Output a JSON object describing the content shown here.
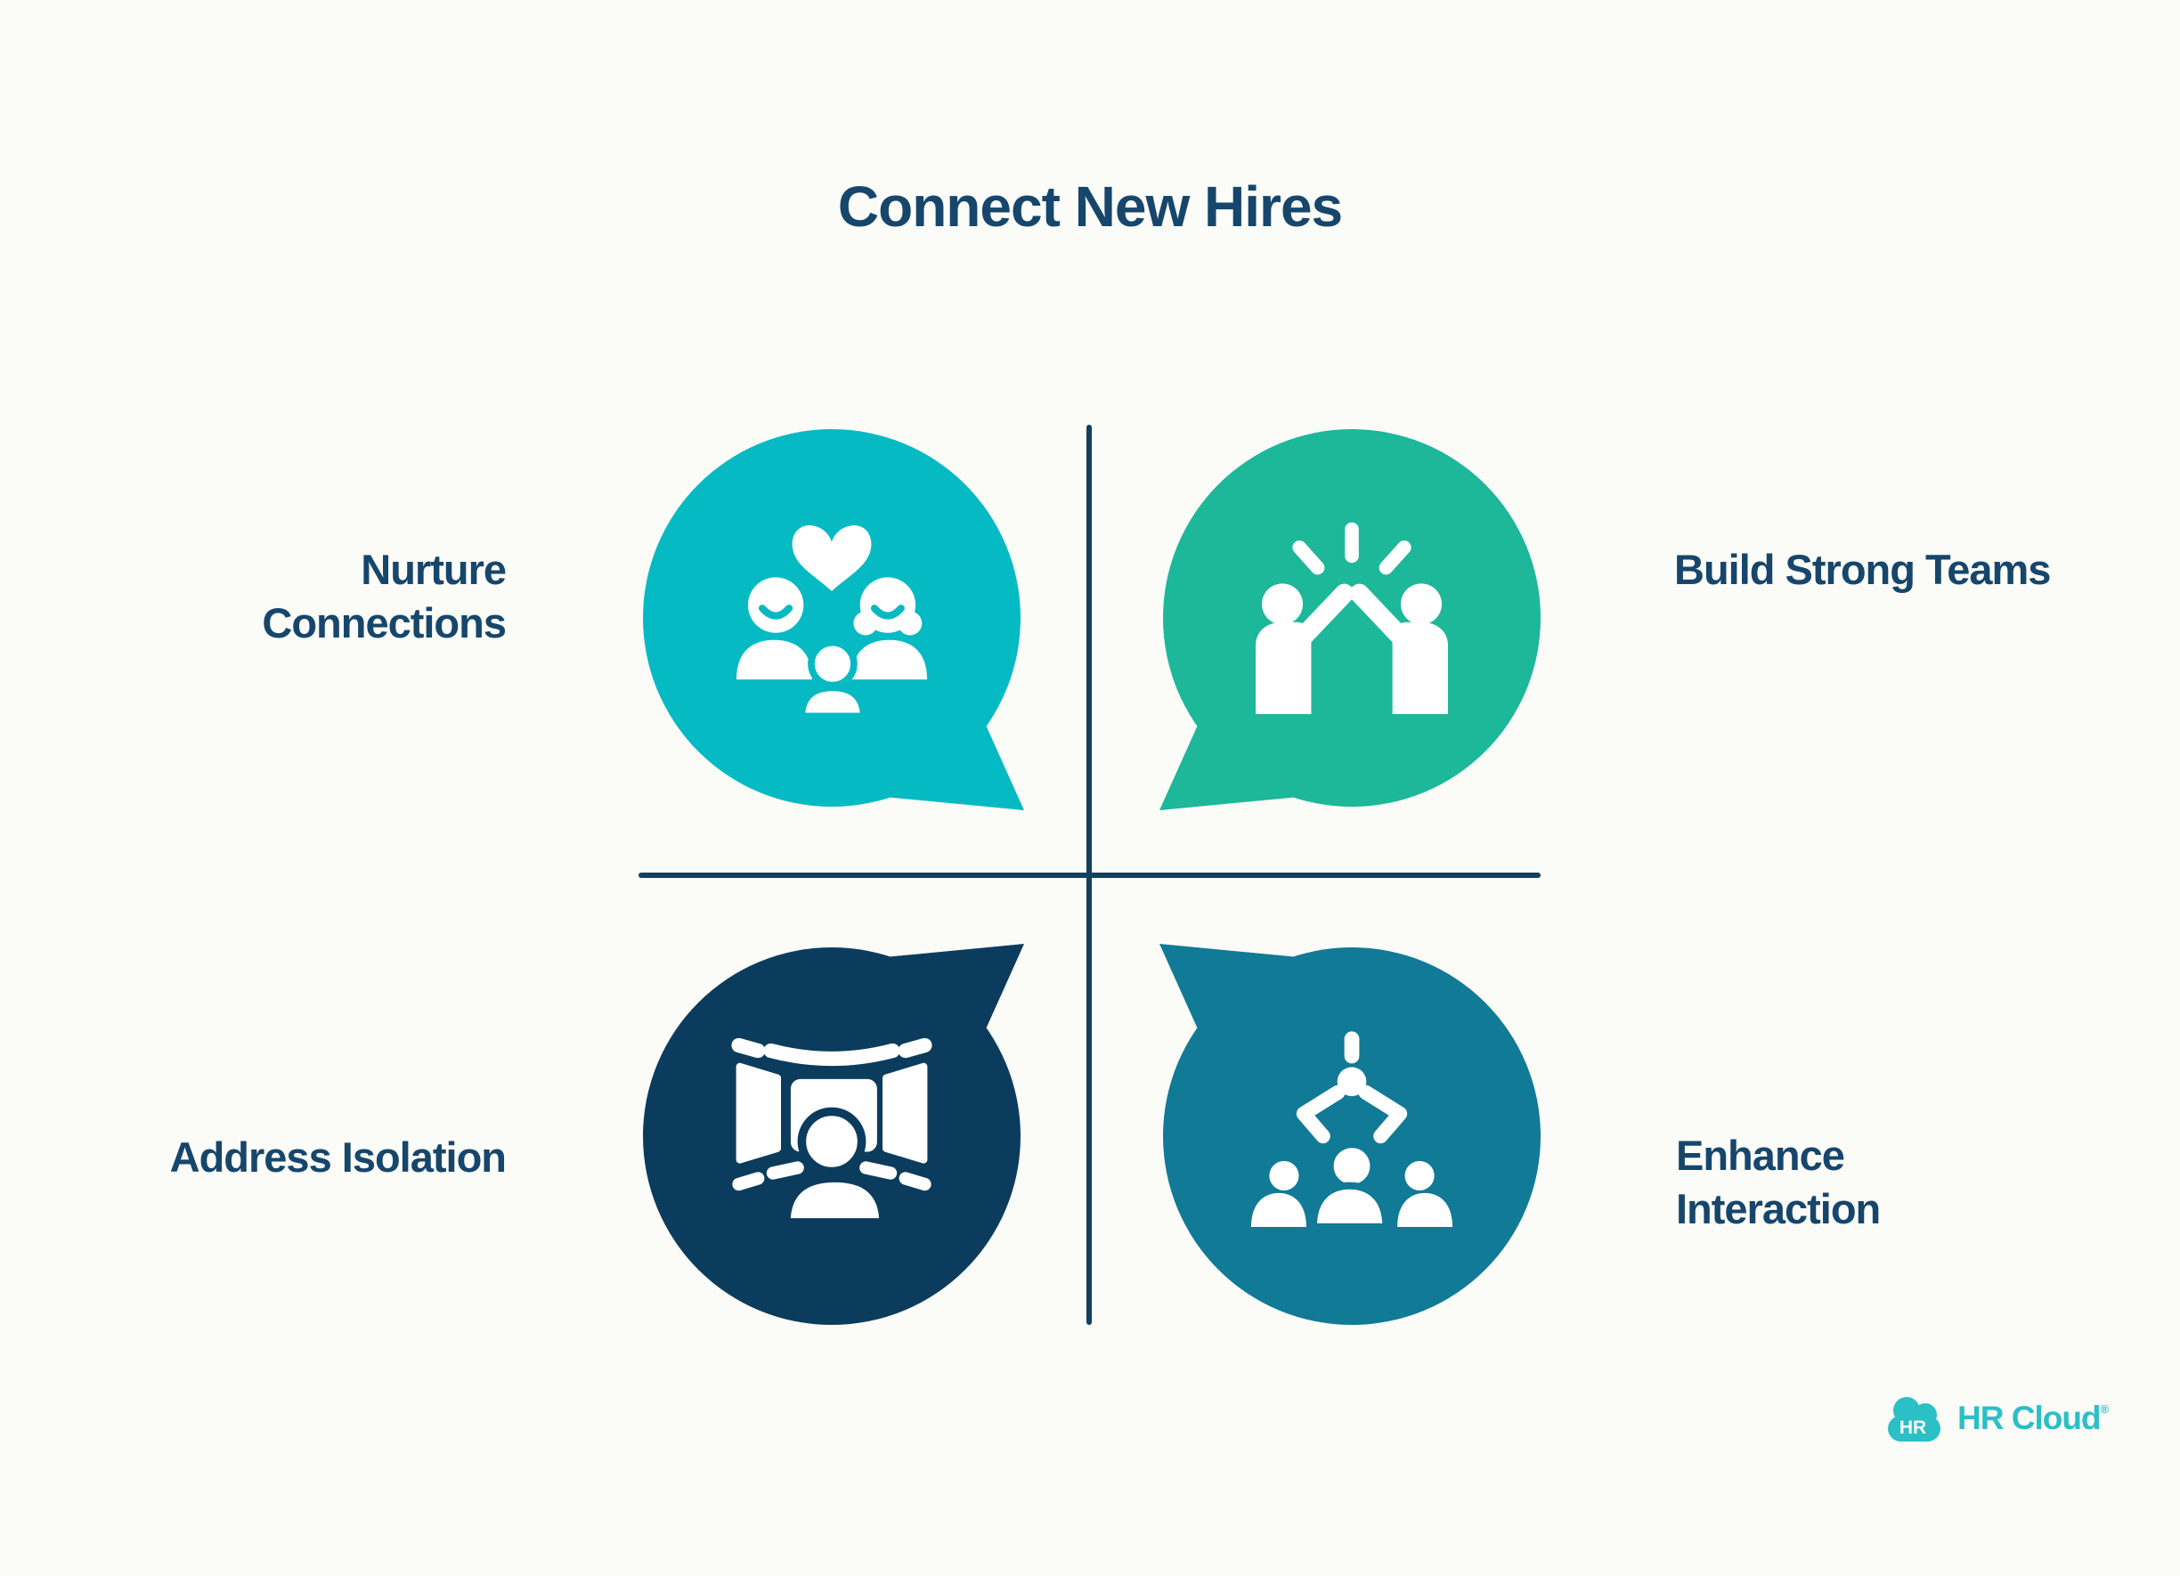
{
  "title": "Connect New Hires",
  "quadrants": {
    "nurture": {
      "label_line1": "Nurture",
      "label_line2": "Connections",
      "icon": "family-love-icon",
      "bubble_color": "#06BAC3",
      "tail_direction": "bottom-right"
    },
    "build": {
      "label_line1": "Build Strong Teams",
      "icon": "high-five-icon",
      "bubble_color": "#1DB79A",
      "tail_direction": "bottom-left"
    },
    "address": {
      "label_line1": "Address Isolation",
      "icon": "video-conference-icon",
      "bubble_color": "#0B3C5D",
      "tail_direction": "top-right"
    },
    "enhance": {
      "label_line1": "Enhance",
      "label_line2": "Interaction",
      "icon": "claw-machine-team-icon",
      "bubble_color": "#117A96",
      "tail_direction": "top-left"
    }
  },
  "divider": {
    "color": "#12405F"
  },
  "logo": {
    "badge_text": "HR",
    "brand_text": "HR Cloud",
    "registered_mark": "®",
    "color": "#2BBFC6"
  },
  "text_color": "#16466B",
  "background_color": "#FBFBF8"
}
